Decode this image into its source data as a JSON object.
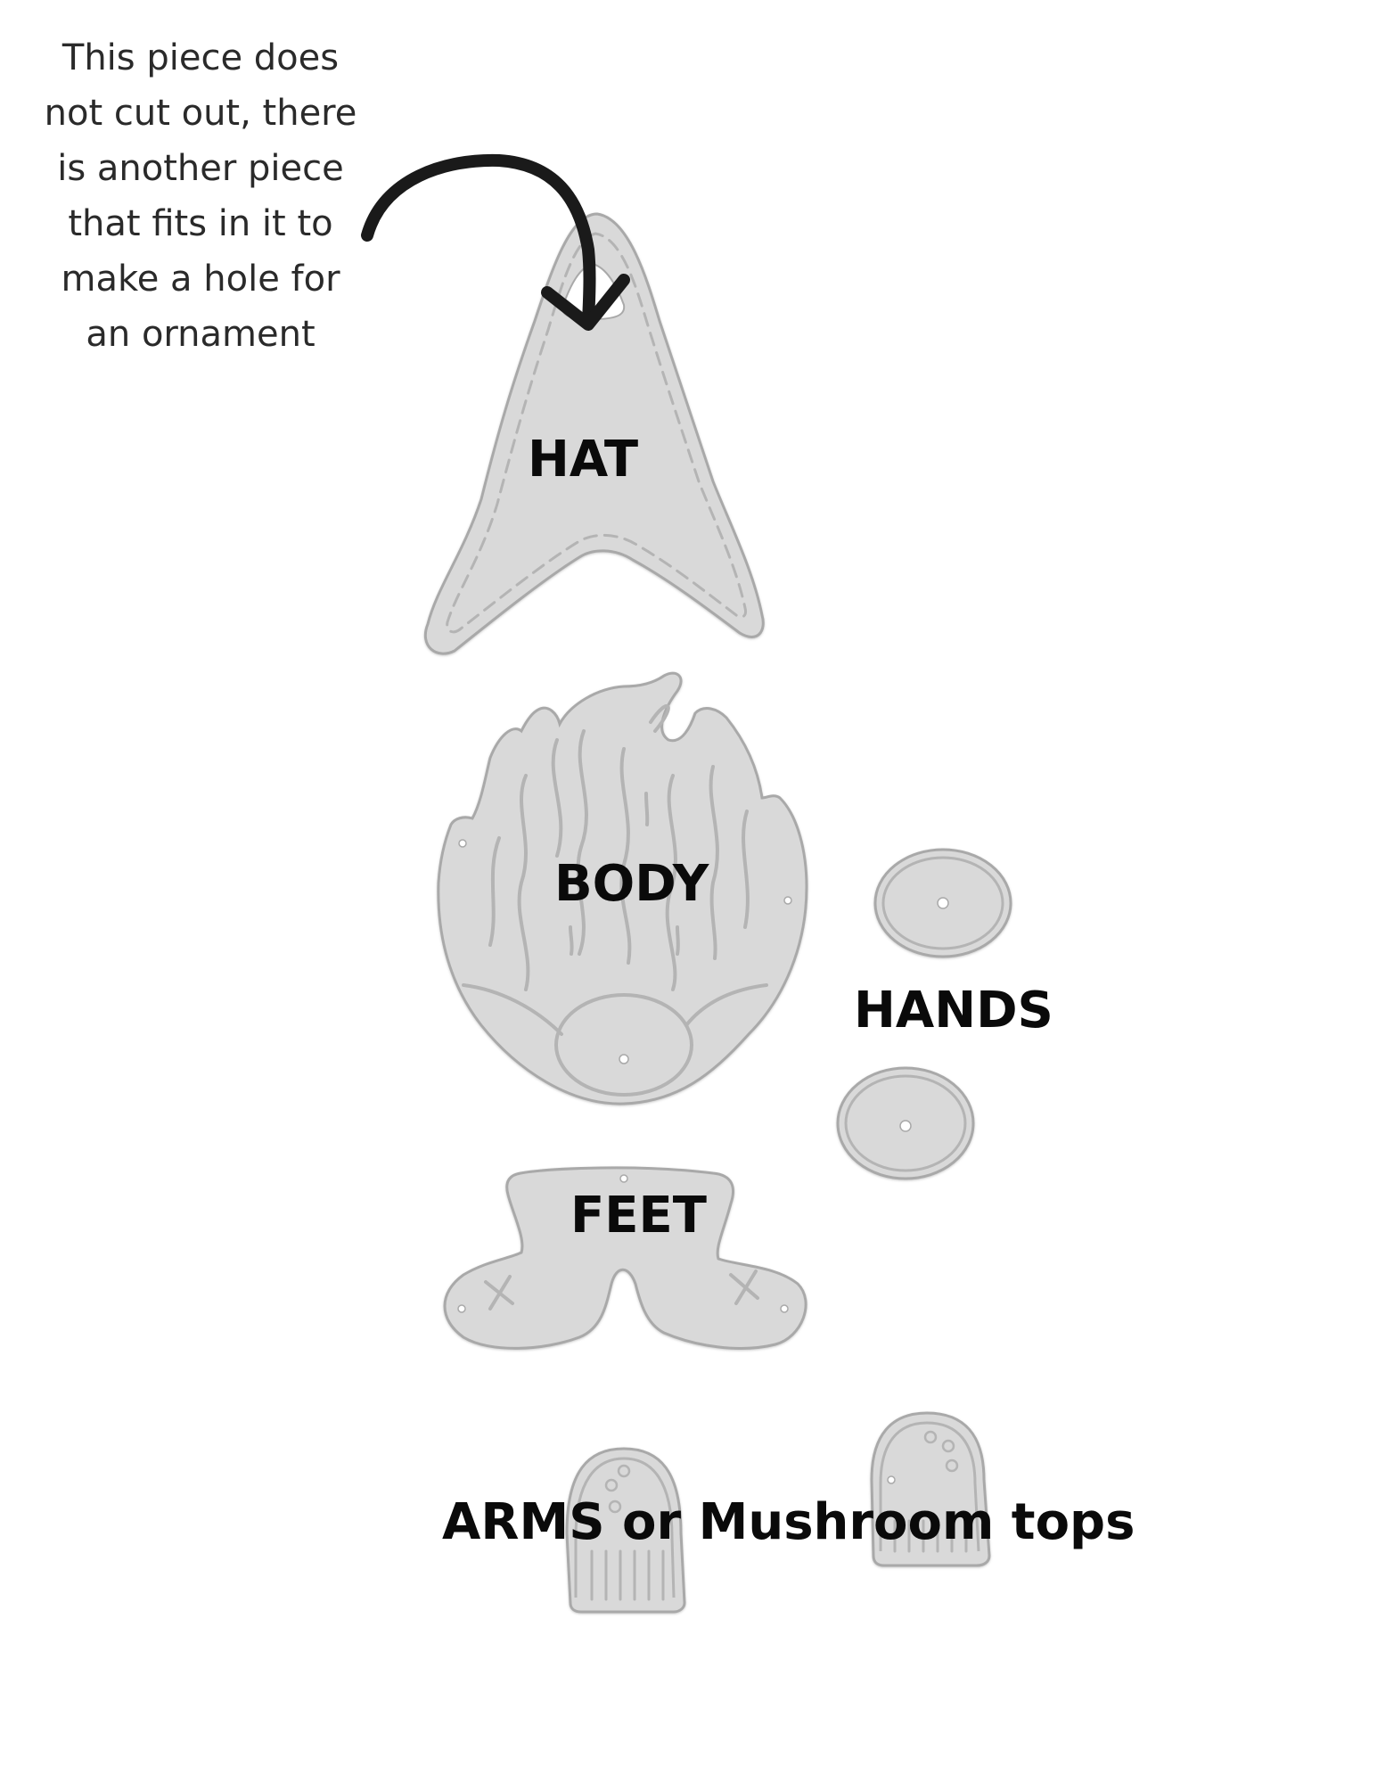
{
  "note": {
    "lines": [
      "This piece does",
      "not cut out, there",
      "is another piece",
      "that fits in it to",
      "make a hole for",
      "an ornament"
    ]
  },
  "labels": {
    "hat": "HAT",
    "body": "BODY",
    "hands": "HANDS",
    "feet": "FEET",
    "arms": "ARMS or Mushroom tops"
  },
  "colors": {
    "die_fill": "#d9d9d9",
    "die_edge": "#a9a9a9",
    "die_detail": "#b4b4b4",
    "arrow": "#1a1a1a",
    "text": "#0a0a0a",
    "note_text": "#2a2a2a"
  }
}
